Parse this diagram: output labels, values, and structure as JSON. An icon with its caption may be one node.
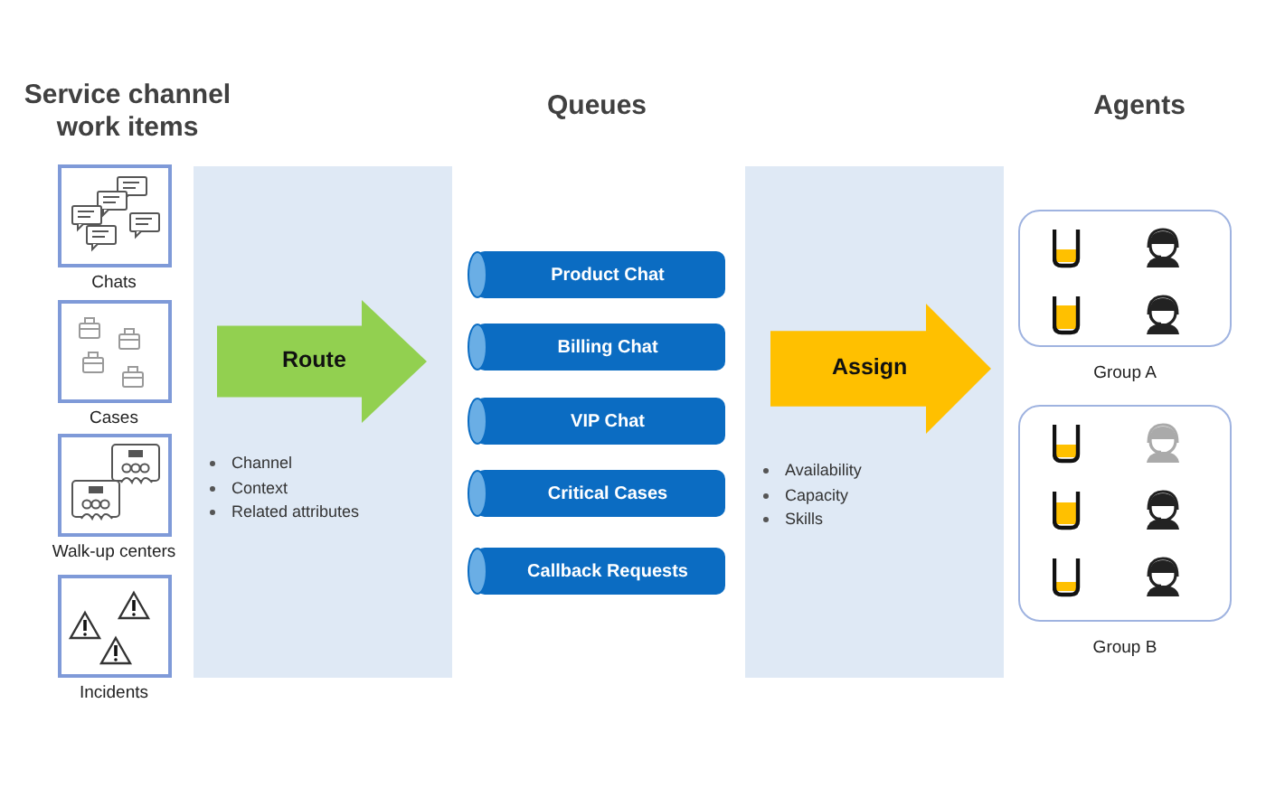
{
  "diagram": {
    "nodes": [
      {
        "text": [
          "Chats"
        ]
      },
      {
        "text": [
          "Cases"
        ]
      },
      {
        "text": [
          "Walk-up centers"
        ]
      },
      {
        "text": [
          "Incidents"
        ]
      },
      {
        "text": [
          "Route"
        ],
        "beside": [
          "Channel",
          "Context",
          "Related attributes"
        ]
      },
      {
        "text": [
          "Product Chat"
        ]
      },
      {
        "text": [
          "Billing Chat"
        ]
      },
      {
        "text": [
          "VIP Chat"
        ]
      },
      {
        "text": [
          "Critical Cases"
        ]
      },
      {
        "text": [
          "Callback Requests"
        ]
      },
      {
        "text": [
          "Assign"
        ],
        "beside": [
          "Availability",
          "Capacity",
          "Skills"
        ]
      },
      {
        "text": [
          "Group A"
        ]
      },
      {
        "text": [
          "Group B"
        ]
      }
    ],
    "labels": [
      "Service channel work items",
      "Queues",
      "Agents"
    ]
  }
}
